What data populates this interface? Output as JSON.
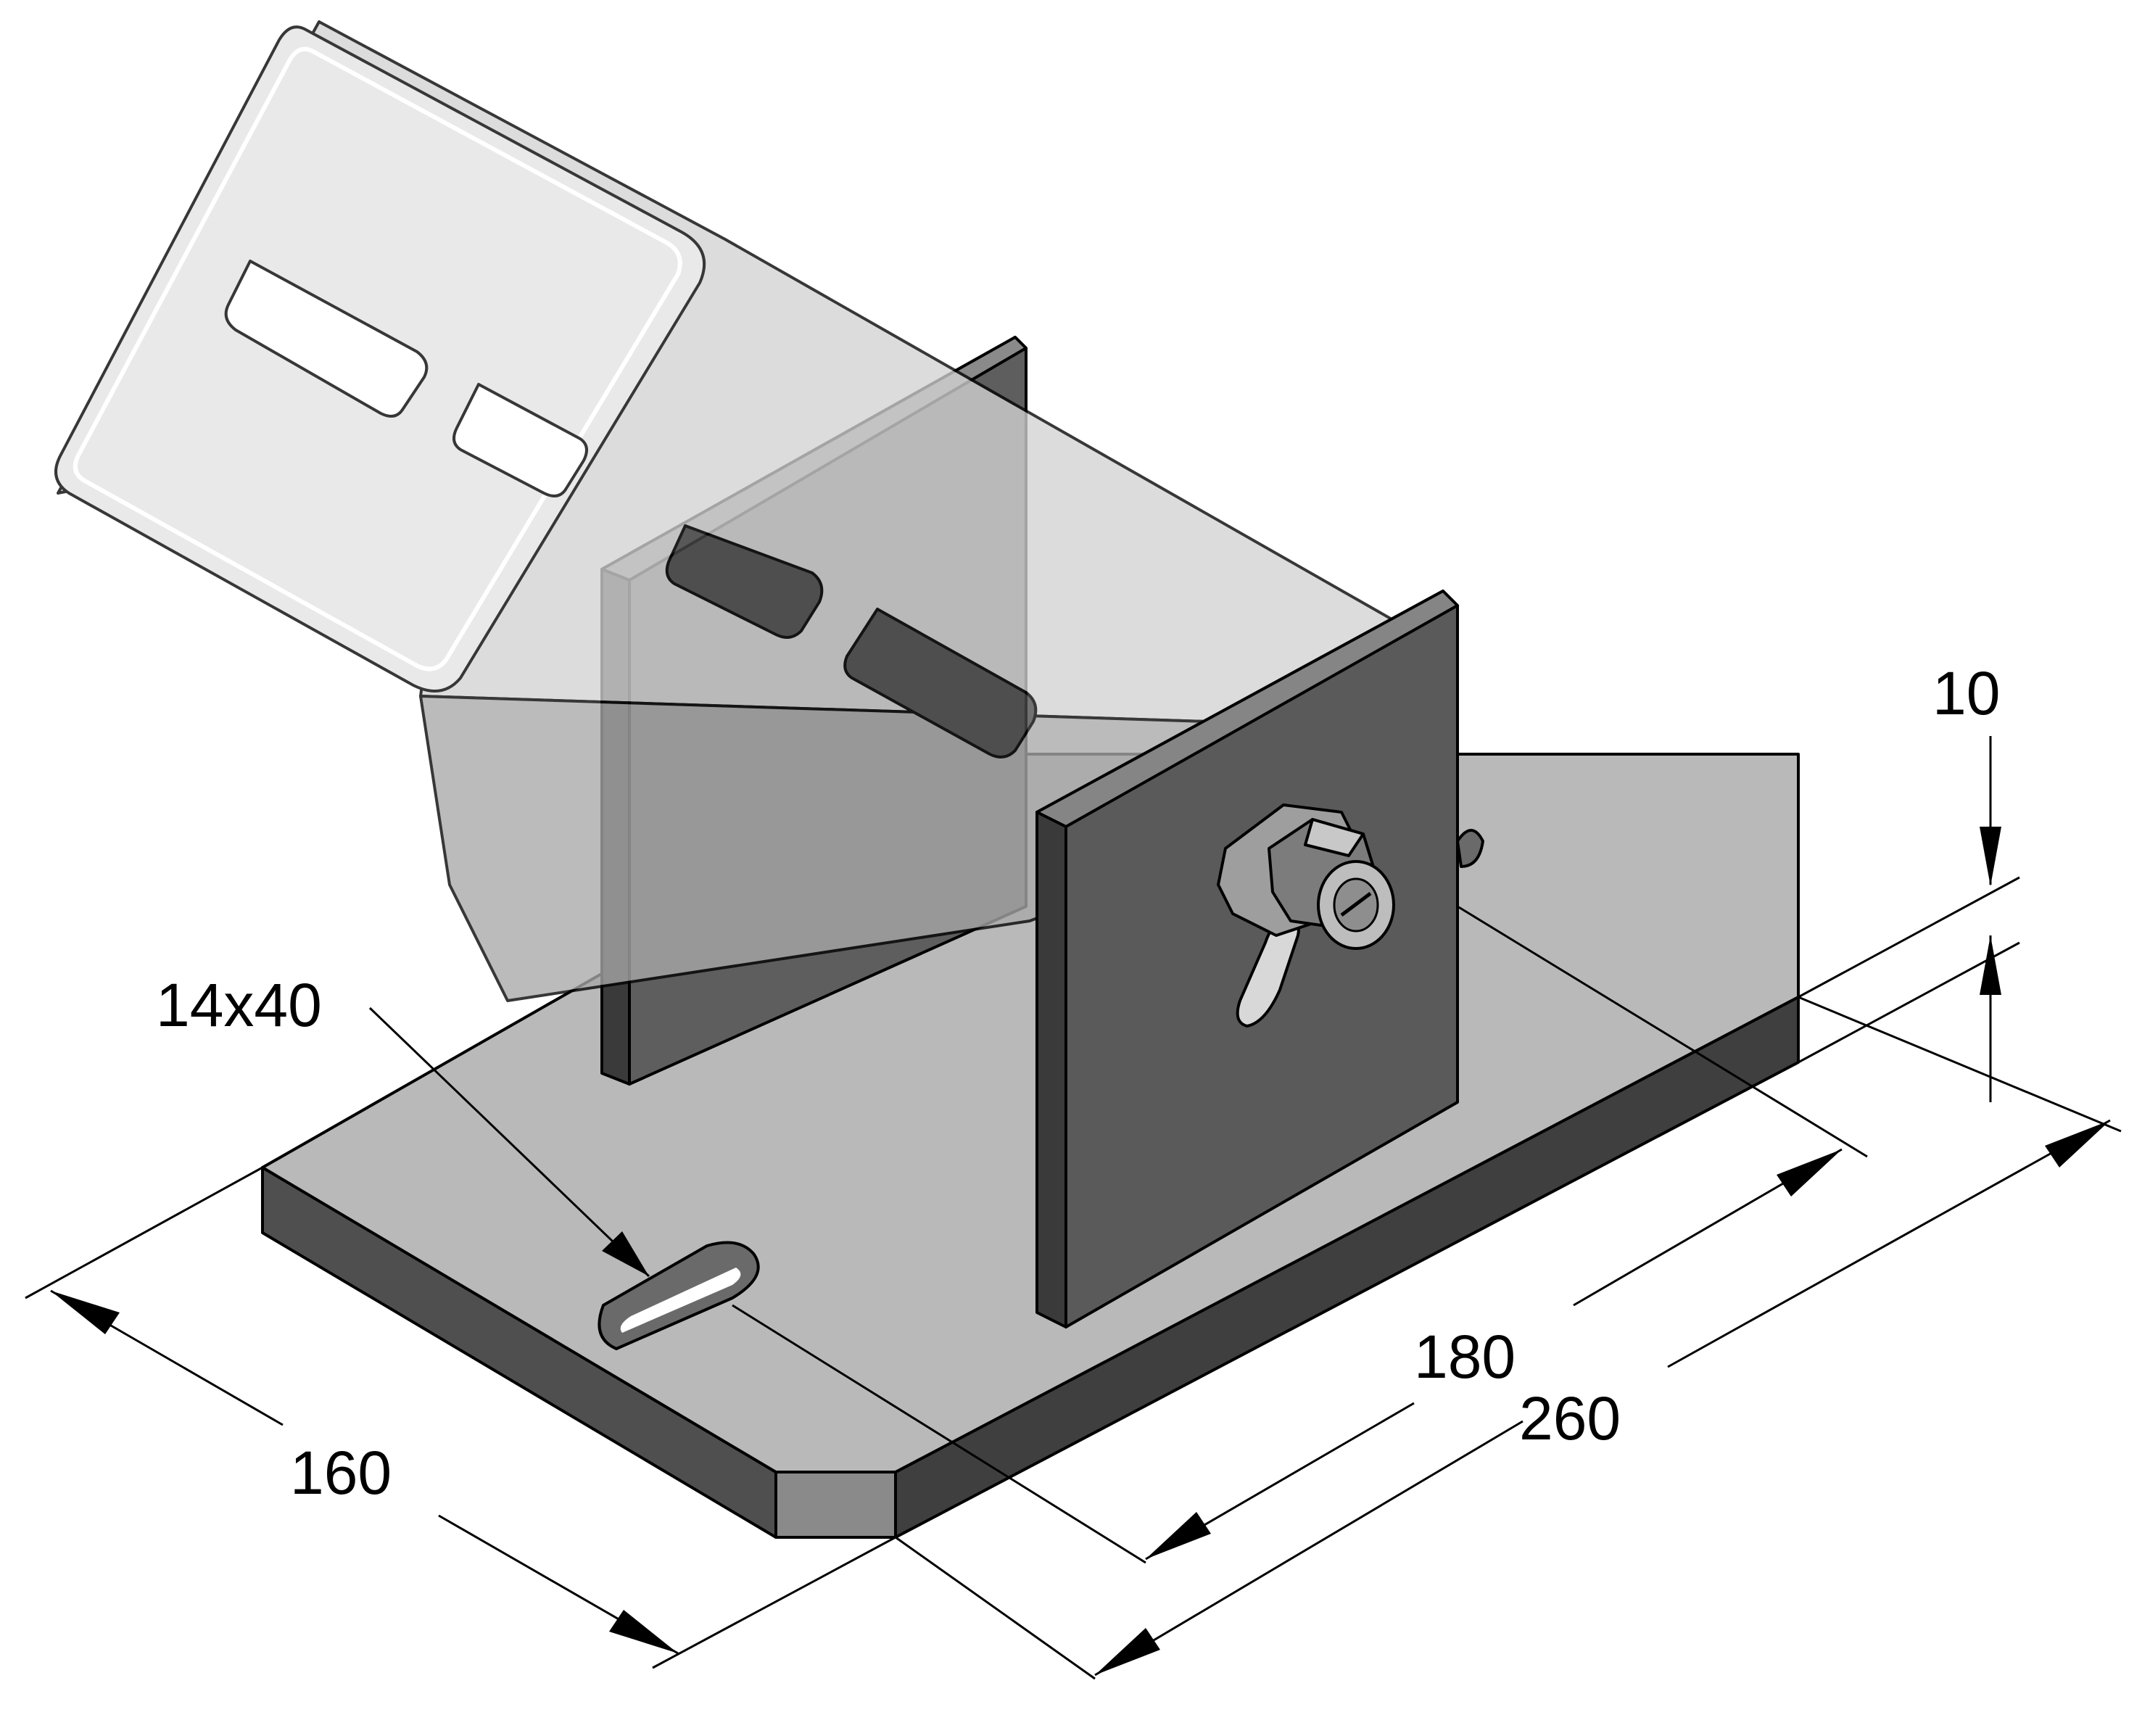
{
  "drawing": {
    "description_free": true,
    "dimensions": {
      "slot": "14x40",
      "width": "160",
      "inner_length": "180",
      "total_length": "260",
      "thickness": "10"
    },
    "colors": {
      "plate_top": "#b9b9b9",
      "plate_side": "#4f4f4f",
      "plate_side_light": "#8a8a8a",
      "upright": "#5c5c5c",
      "upright_edge": "#7a7a7a",
      "channel": "#d9d9d9",
      "channel_dark": "#9a9a9a",
      "slot_hole": "#ffffff",
      "line": "#000000"
    }
  }
}
